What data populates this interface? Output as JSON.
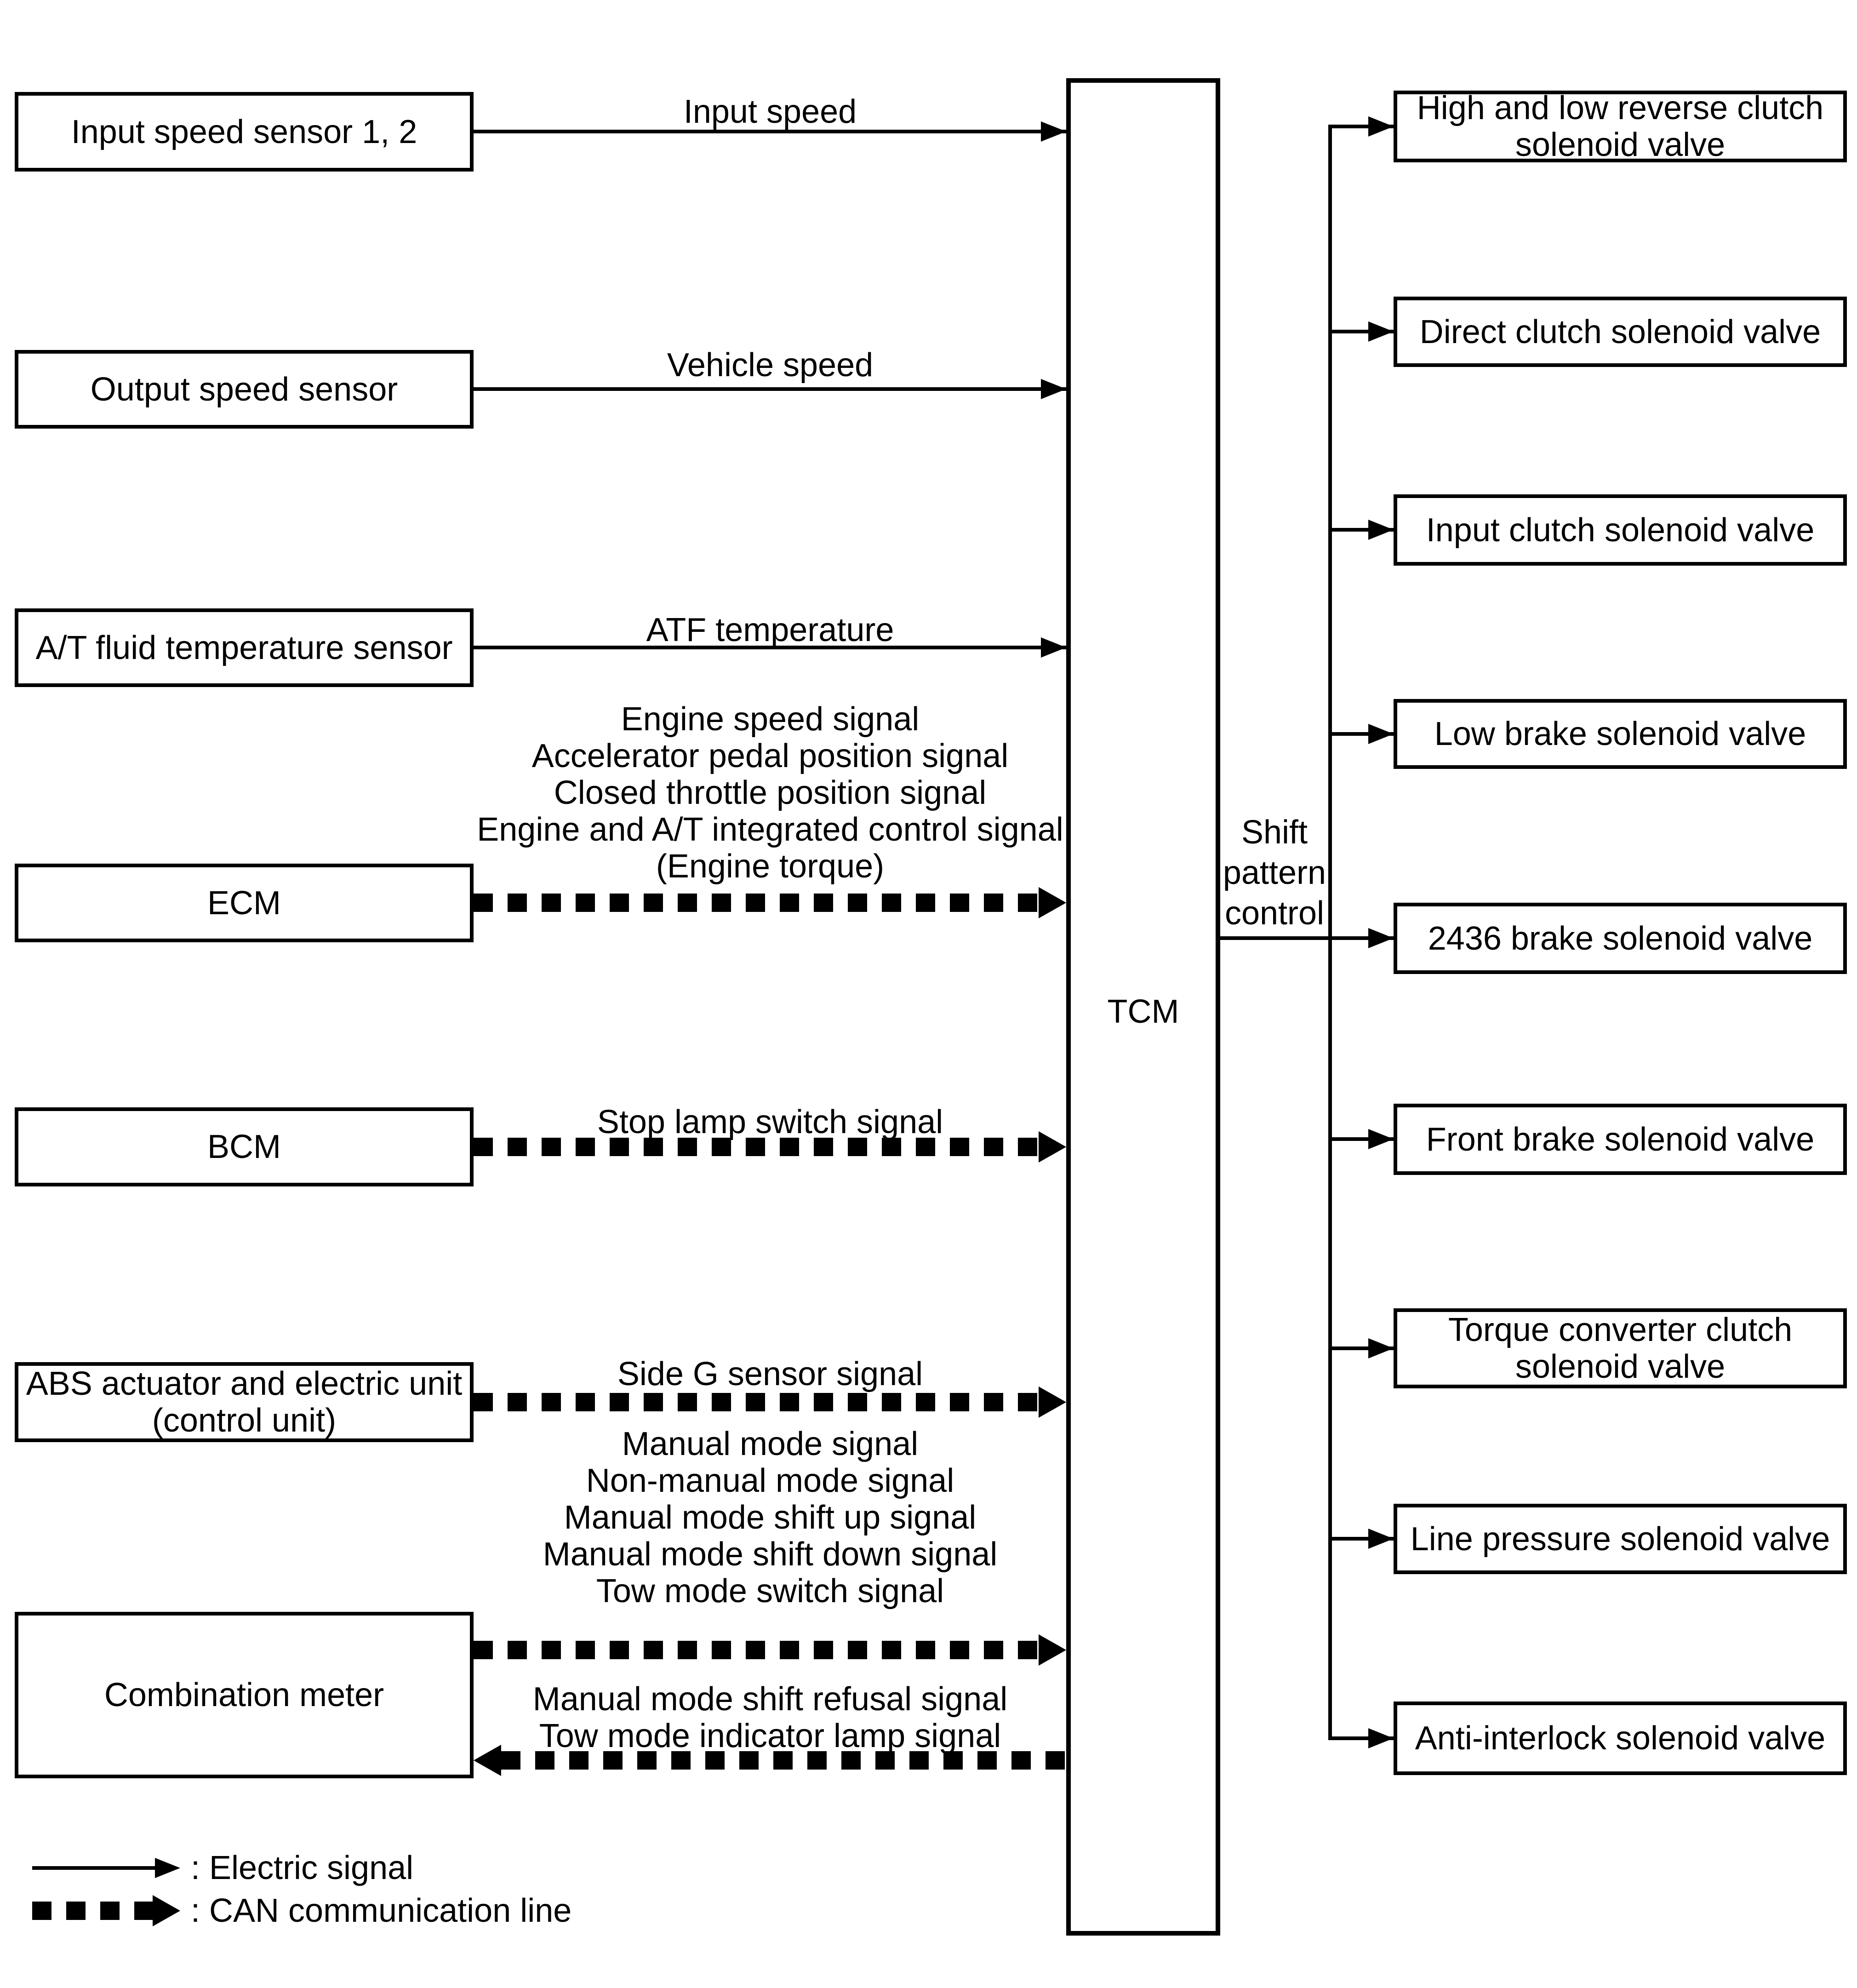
{
  "diagram": {
    "tcm_label": "TCM",
    "shift_pattern_control": [
      "Shift",
      "pattern",
      "control"
    ],
    "inputs": [
      {
        "label": "Input speed sensor 1, 2",
        "signal_type": "electric",
        "signals": [
          "Input speed"
        ]
      },
      {
        "label": "Output speed sensor",
        "signal_type": "electric",
        "signals": [
          "Vehicle speed"
        ]
      },
      {
        "label": "A/T fluid temperature sensor",
        "signal_type": "electric",
        "signals": [
          "ATF temperature"
        ]
      },
      {
        "label": "ECM",
        "signal_type": "can",
        "signals": [
          "Engine speed signal",
          "Accelerator pedal position signal",
          "Closed throttle position signal",
          "Engine and A/T integrated control signal",
          "(Engine torque)"
        ]
      },
      {
        "label": "BCM",
        "signal_type": "can",
        "signals": [
          "Stop lamp switch signal"
        ]
      },
      {
        "label": [
          "ABS actuator and electric unit",
          "(control unit)"
        ],
        "signal_type": "can",
        "signals": [
          "Side G sensor signal"
        ]
      },
      {
        "label": "Combination meter",
        "signal_type": "can",
        "signals_to_tcm": [
          "Manual mode signal",
          "Non-manual mode signal",
          "Manual mode shift up signal",
          "Manual mode shift down signal",
          "Tow mode switch signal"
        ],
        "signals_from_tcm": [
          "Manual mode shift refusal signal",
          "Tow mode indicator lamp signal"
        ]
      }
    ],
    "outputs": [
      "High and low reverse clutch solenoid valve",
      "Direct clutch solenoid valve",
      "Input clutch solenoid valve",
      "Low brake solenoid valve",
      "2436 brake solenoid valve",
      "Front brake solenoid valve",
      "Torque converter clutch solenoid valve",
      "Line pressure solenoid valve",
      "Anti-interlock solenoid valve"
    ],
    "legend": [
      {
        "symbol": "electric-arrow",
        "label": ": Electric signal"
      },
      {
        "symbol": "can-arrow",
        "label": ": CAN communication line"
      }
    ],
    "colors": {
      "line": "#000000",
      "background": "#ffffff"
    }
  }
}
